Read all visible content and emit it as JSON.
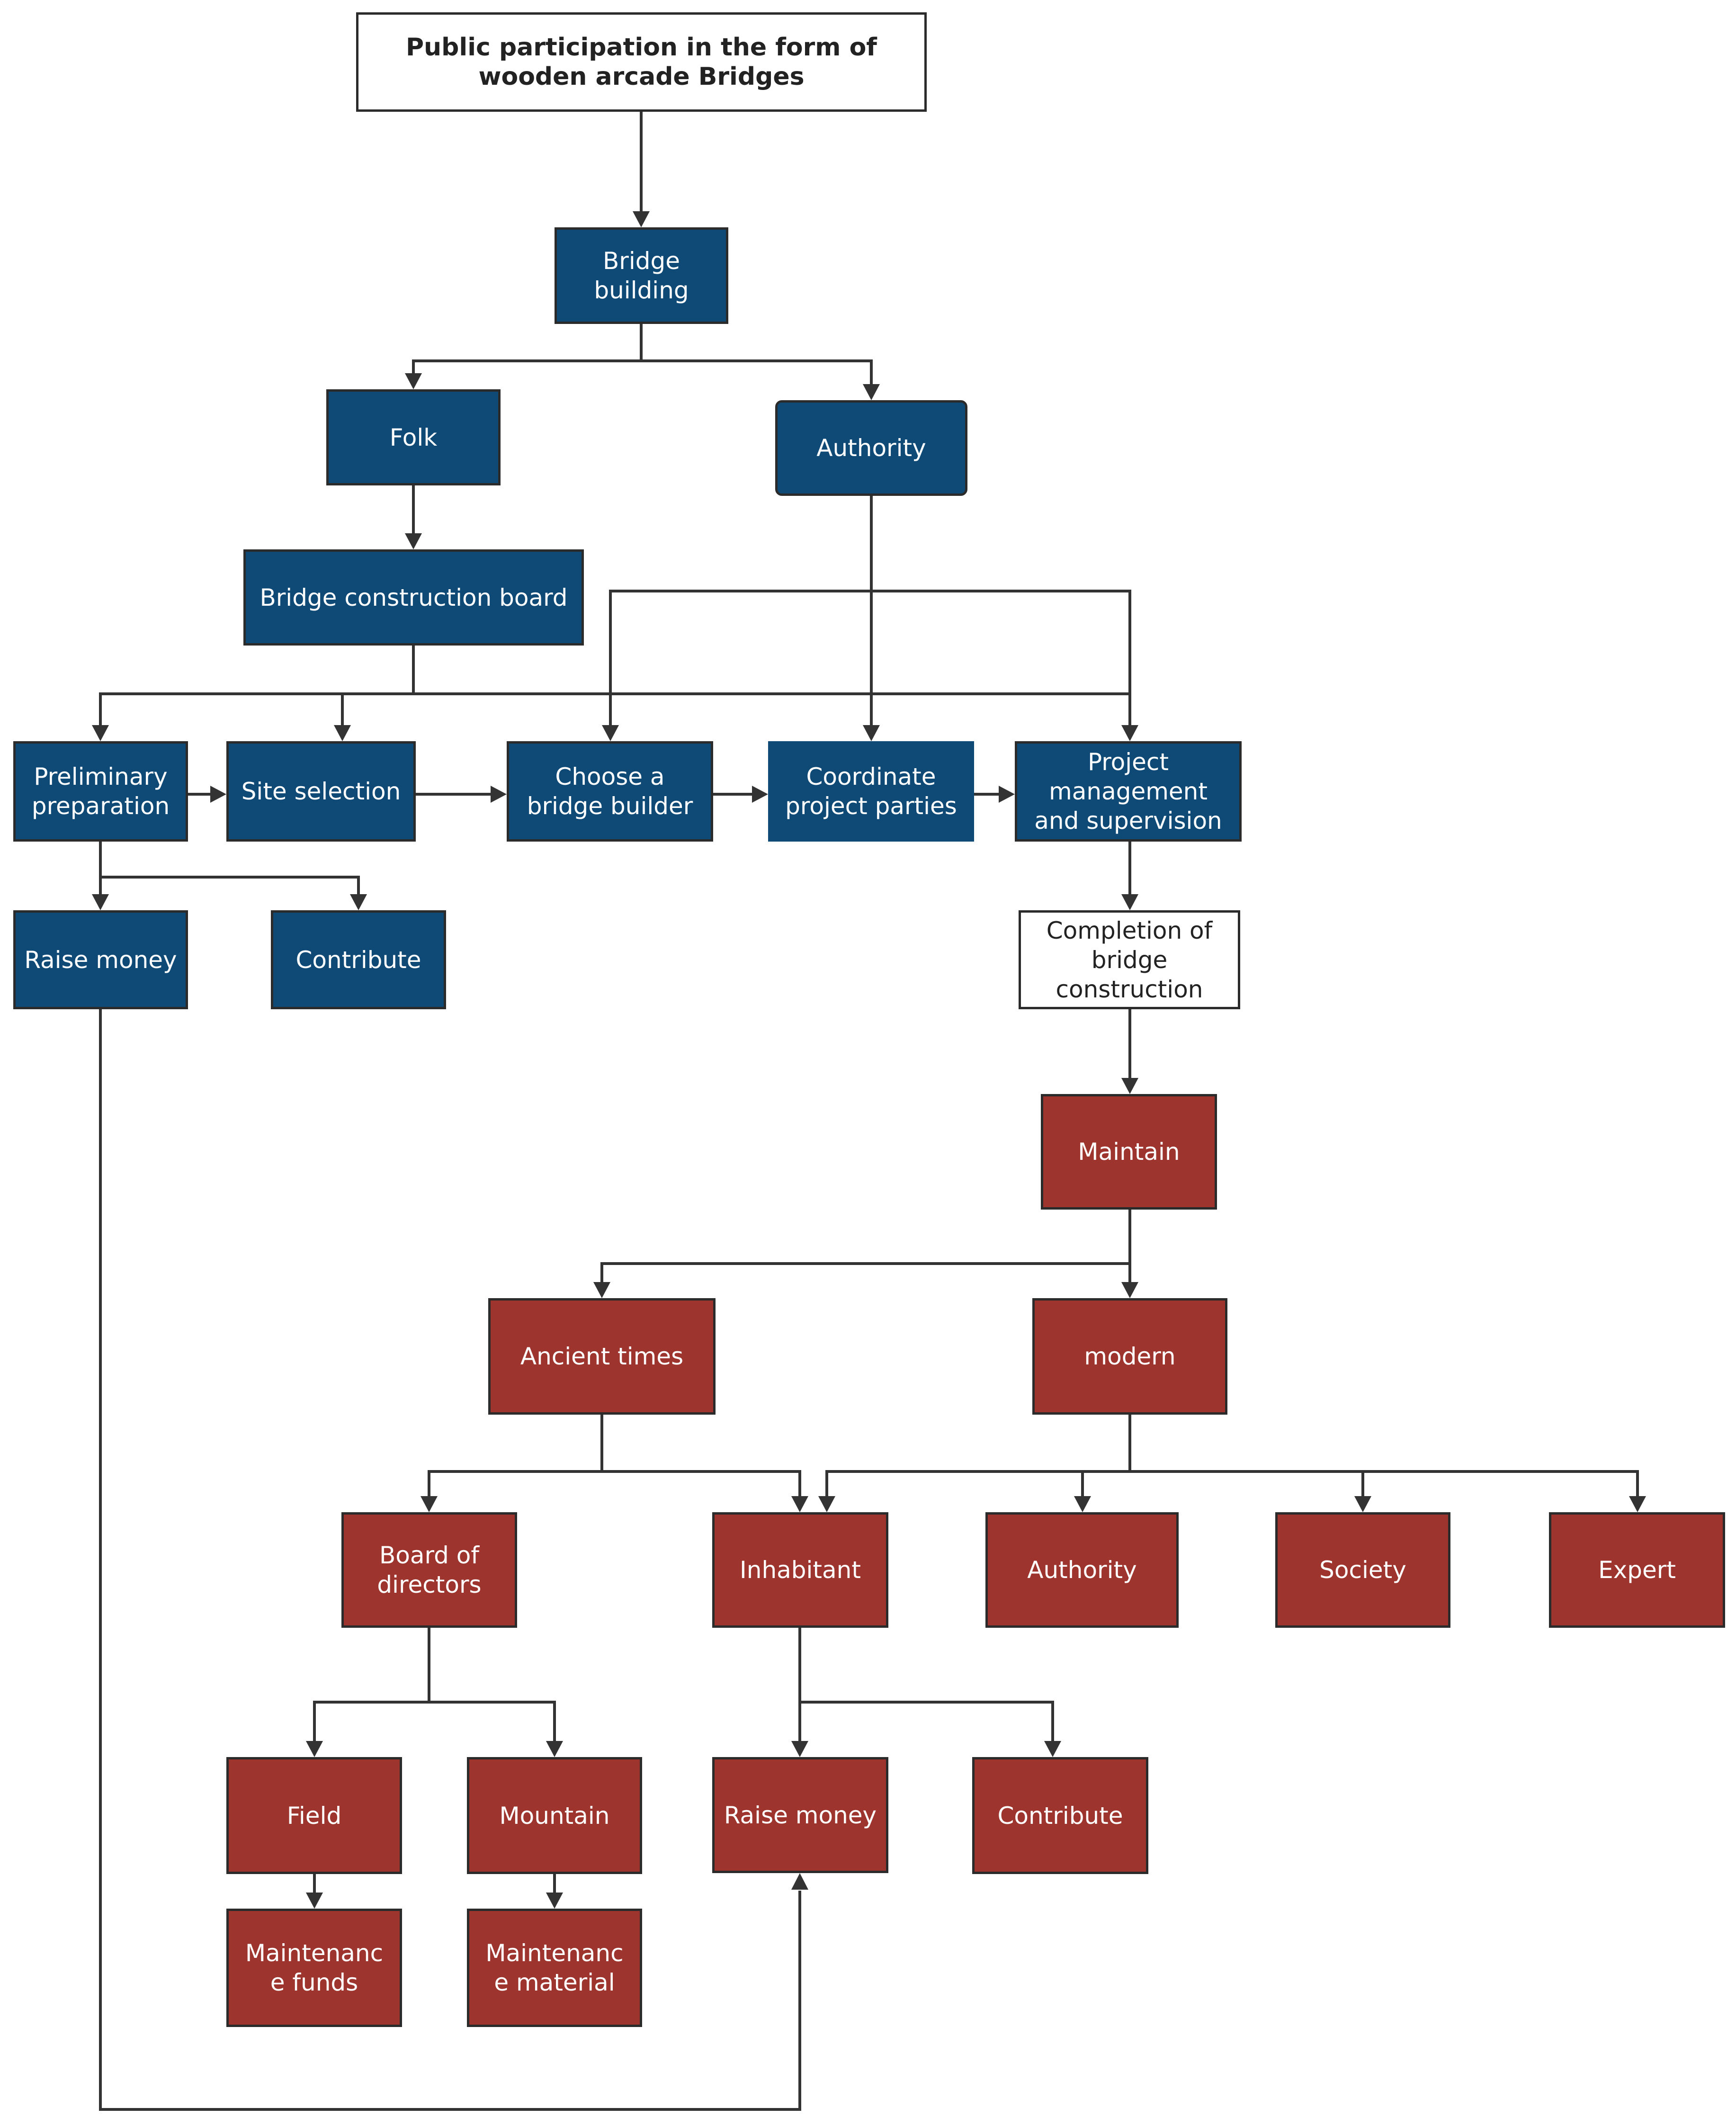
{
  "nodes": {
    "root": "Public participation in the form of wooden arcade Bridges",
    "bridge_building": "Bridge building",
    "folk": "Folk",
    "authority_top": "Authority",
    "board": "Bridge construction board",
    "prelim": "Preliminary preparation",
    "site": "Site selection",
    "choose": "Choose a bridge builder",
    "coordinate": "Coordinate project parties",
    "project_mgmt": "Project management and supervision",
    "raise_top": "Raise money",
    "contribute_top": "Contribute",
    "completion": "Completion of bridge construction",
    "maintain": "Maintain",
    "ancient": "Ancient times",
    "modern": "modern",
    "directors": "Board of directors",
    "inhabitant": "Inhabitant",
    "authority_bottom": "Authority",
    "society": "Society",
    "expert": "Expert",
    "field": "Field",
    "mountain": "Mountain",
    "raise_bottom": "Raise money",
    "contribute_bottom": "Contribute",
    "maint_funds": "Maintenanc e funds",
    "maint_material": "Maintenanc e material"
  },
  "colors": {
    "construction": "#0f4a77",
    "maintenance": "#9e342e",
    "connector": "#333333"
  }
}
